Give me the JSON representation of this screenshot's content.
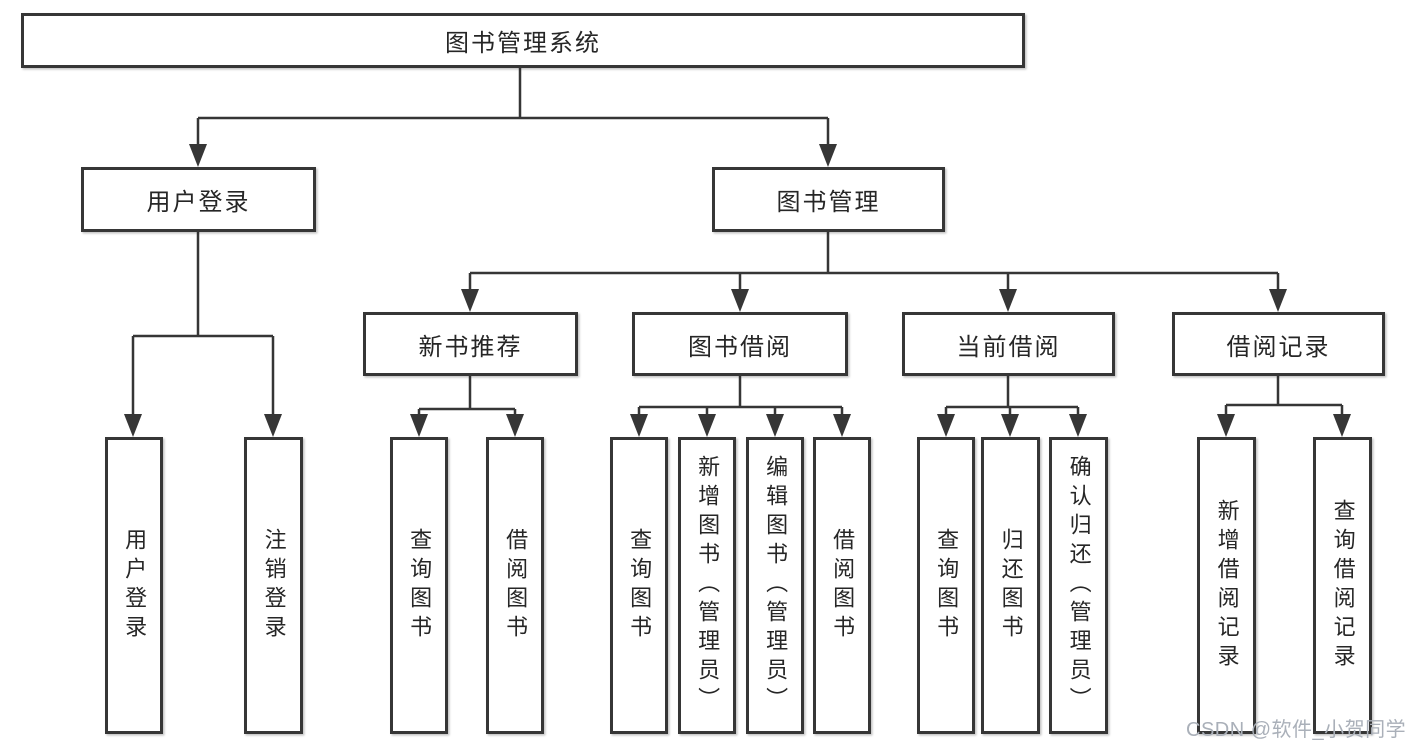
{
  "watermark": {
    "text": "CSDN @软件_小贺同学",
    "color": "#aab0b9"
  },
  "colors": {
    "line": "#363636",
    "box_border": "#363636",
    "text": "#262626",
    "background": "#ffffff"
  },
  "diagram": {
    "root": {
      "label": "图书管理系统"
    },
    "branches": [
      {
        "label": "用户登录",
        "children": [
          {
            "label": "用户登录"
          },
          {
            "label": "注销登录"
          }
        ]
      },
      {
        "label": "图书管理",
        "groups": [
          {
            "label": "新书推荐",
            "children": [
              {
                "label": "查询图书"
              },
              {
                "label": "借阅图书"
              }
            ]
          },
          {
            "label": "图书借阅",
            "children": [
              {
                "label": "查询图书"
              },
              {
                "label": "新增图书（管理员）"
              },
              {
                "label": "编辑图书（管理员）"
              },
              {
                "label": "借阅图书"
              }
            ]
          },
          {
            "label": "当前借阅",
            "children": [
              {
                "label": "查询图书"
              },
              {
                "label": "归还图书"
              },
              {
                "label": "确认归还（管理员）"
              }
            ]
          },
          {
            "label": "借阅记录",
            "children": [
              {
                "label": "新增借阅记录"
              },
              {
                "label": "查询借阅记录"
              }
            ]
          }
        ]
      }
    ]
  }
}
